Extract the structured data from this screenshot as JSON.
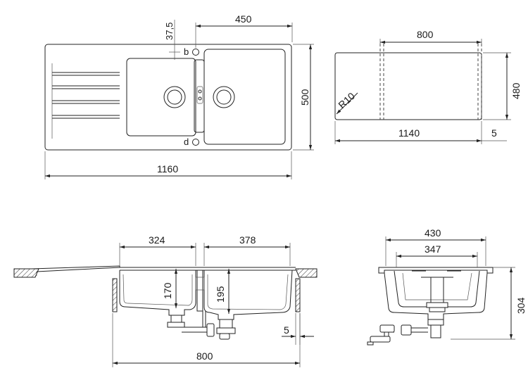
{
  "dimensions": {
    "top_view": {
      "overall_width": "1160",
      "overall_depth": "500",
      "bowl_width": "450",
      "offset": "37,5",
      "label_b": "b",
      "label_d": "d"
    },
    "cutout": {
      "width": "1140",
      "height": "480",
      "inner_width": "800",
      "radius": "R10",
      "margin": "5"
    },
    "front_view": {
      "bowl_small_width": "324",
      "bowl_large_width": "378",
      "bowl_small_depth": "170",
      "bowl_large_depth": "195",
      "cabinet_width": "800",
      "gap": "5"
    },
    "side_view": {
      "overall_depth": "430",
      "bowl_depth": "347",
      "height": "304"
    }
  }
}
